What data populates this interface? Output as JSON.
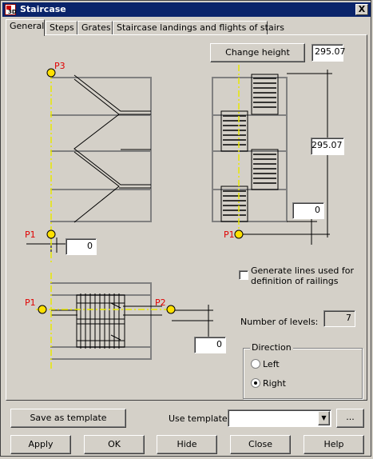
{
  "window": {
    "title": "Staircase",
    "close_label": "X",
    "icon_text": "3D"
  },
  "tabs": [
    "General",
    "Steps",
    "Grates",
    "Staircase landings and flights of stairs"
  ],
  "general": {
    "change_height_label": "Change height",
    "height_value": "295.07",
    "dimension_value": "295.07",
    "elevation_value": "0",
    "p1_top_value": "0",
    "p2_value": "0",
    "points": {
      "p1": "P1",
      "p2": "P2",
      "p3": "P3"
    },
    "generate_lines_label_1": "Generate lines used for",
    "generate_lines_label_2": "definition of railings",
    "generate_lines_checked": false,
    "number_of_levels_label": "Number of levels:",
    "number_of_levels_value": "7",
    "direction_group": "Direction",
    "direction_left": "Left",
    "direction_right": "Right",
    "direction_selected": "Right"
  },
  "bottom": {
    "save_template": "Save as template",
    "use_template": "Use template",
    "template_value": "",
    "browse": "...",
    "apply": "Apply",
    "ok": "OK",
    "hide": "Hide",
    "close": "Close",
    "help": "Help"
  },
  "colors": {
    "title_bar": "#0a246a",
    "point_fill": "#ffe000",
    "point_label": "#e00000",
    "axis_line": "#e8e800"
  }
}
